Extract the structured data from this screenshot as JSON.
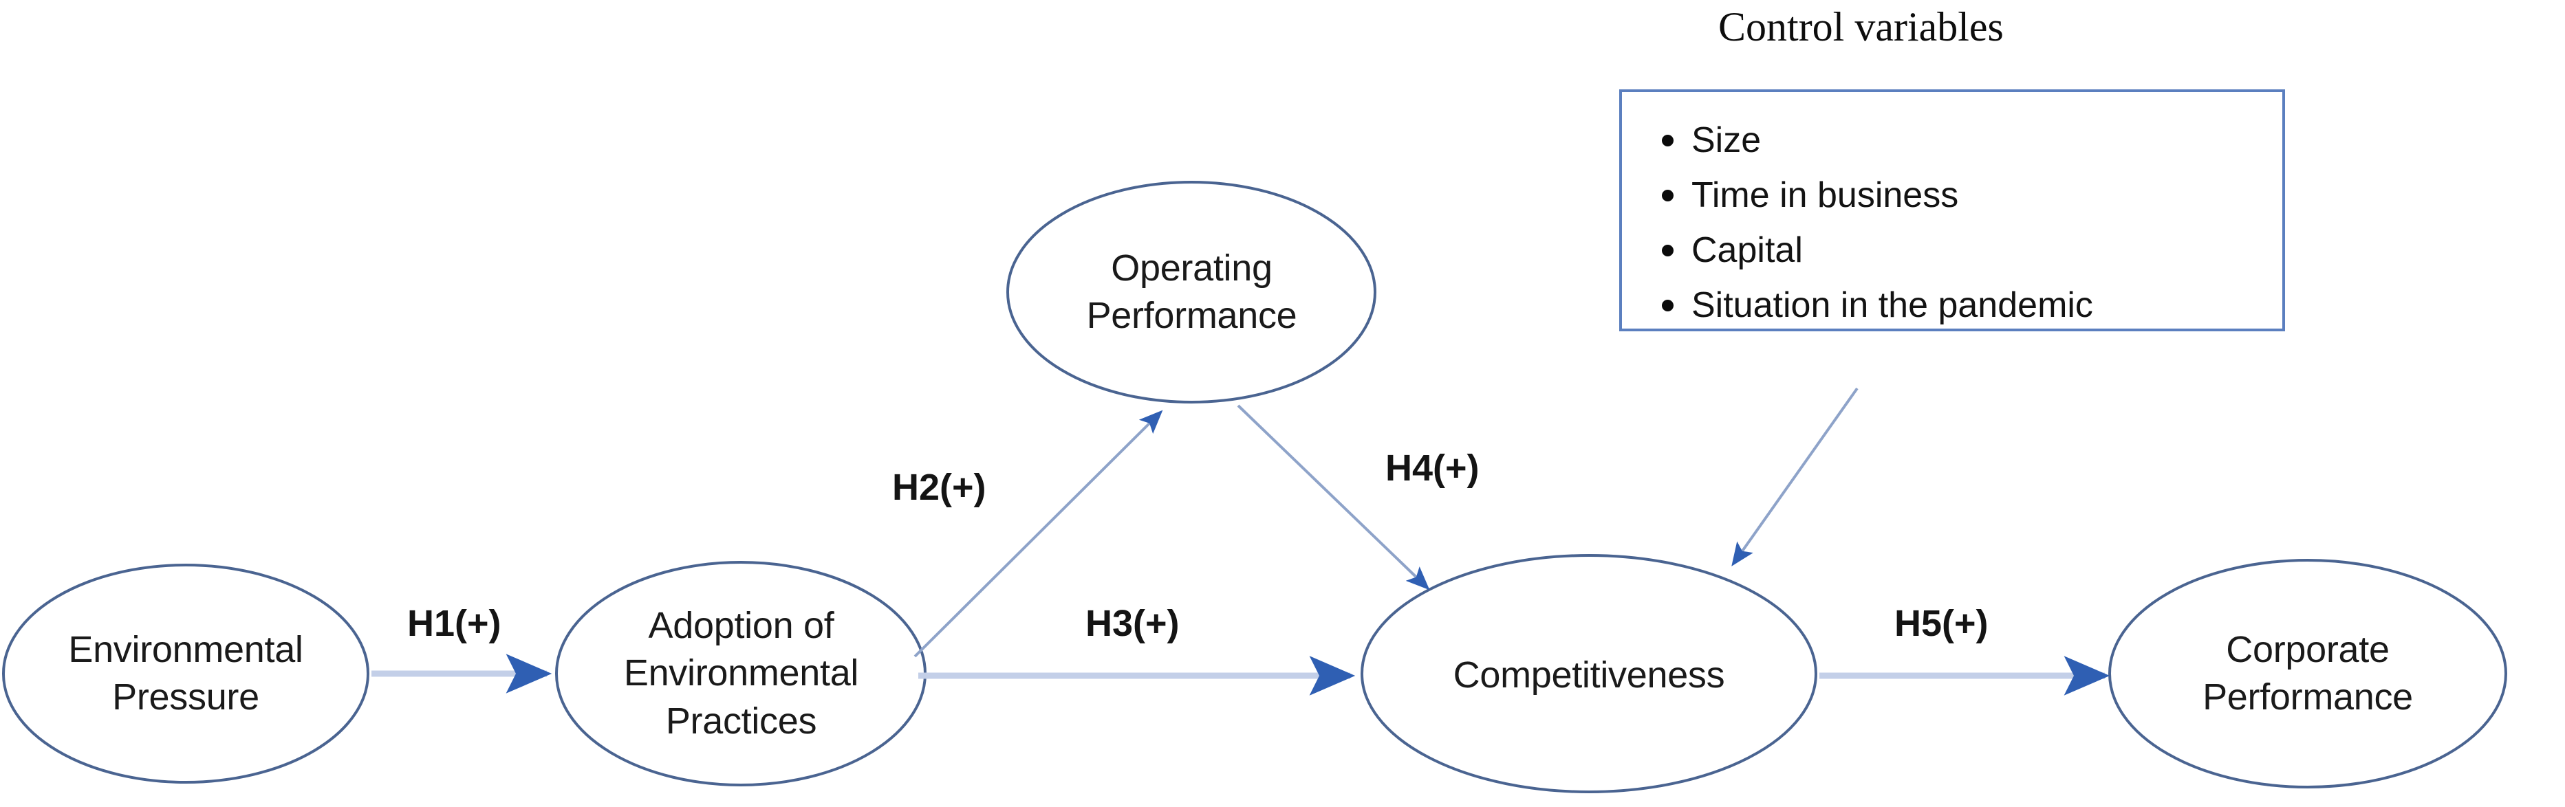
{
  "diagram": {
    "title_note": "Research model with hypotheses",
    "colors": {
      "ellipse_stroke": "#4a6491",
      "arrow_fill": "#2f5fb3",
      "arrow_line": "#c3cfe8",
      "box_border": "#5b7fbf",
      "text": "#131313"
    },
    "nodes": [
      {
        "id": "environmental-pressure",
        "label": "Environmental\nPressure"
      },
      {
        "id": "adoption-environmental-practices",
        "label": "Adoption of\nEnvironmental\nPractices"
      },
      {
        "id": "operating-performance",
        "label": "Operating\nPerformance"
      },
      {
        "id": "competitiveness",
        "label": "Competitiveness"
      },
      {
        "id": "corporate-performance",
        "label": "Corporate\nPerformance"
      }
    ],
    "hypotheses": [
      {
        "id": "h1",
        "label": "H1(+)",
        "from": "environmental-pressure",
        "to": "adoption-environmental-practices"
      },
      {
        "id": "h2",
        "label": "H2(+)",
        "from": "adoption-environmental-practices",
        "to": "operating-performance"
      },
      {
        "id": "h3",
        "label": "H3(+)",
        "from": "adoption-environmental-practices",
        "to": "competitiveness"
      },
      {
        "id": "h4",
        "label": "H4(+)",
        "from": "operating-performance",
        "to": "competitiveness"
      },
      {
        "id": "h5",
        "label": "H5(+)",
        "from": "competitiveness",
        "to": "corporate-performance"
      }
    ],
    "control_variables": {
      "title": "Control variables",
      "items": [
        "Size",
        "Time in business",
        "Capital",
        "Situation in the pandemic"
      ]
    }
  }
}
